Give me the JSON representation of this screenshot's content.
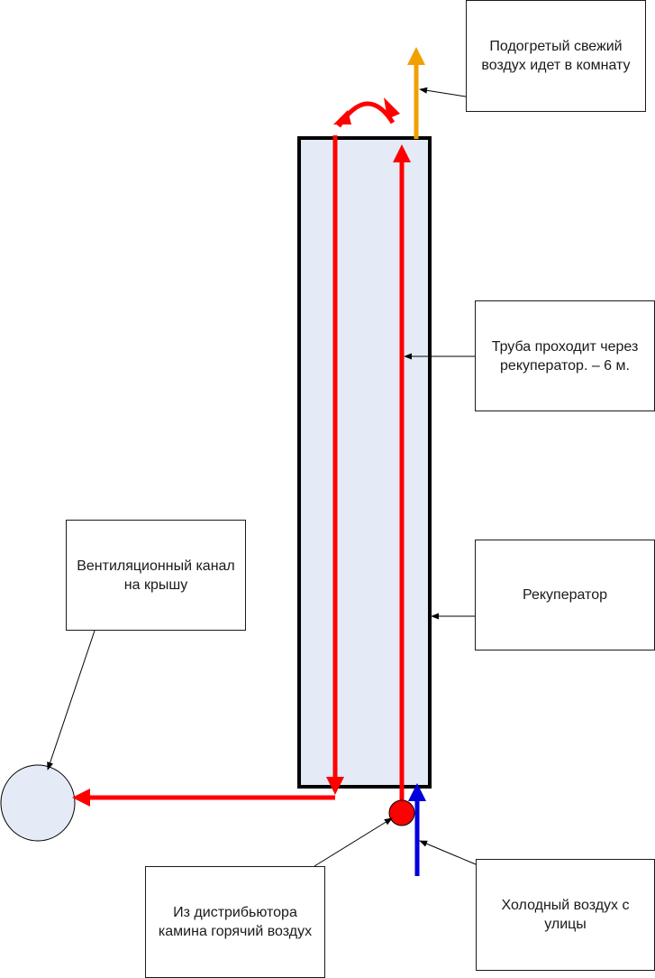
{
  "labels": {
    "warm_air_to_room": "Подогретый свежий воздух идет в комнату",
    "pipe_length": "Труба проходит через рекуператор. – 6 м.",
    "recuperator": "Рекуператор",
    "ventilation_channel": "Вентиляционный канал на крышу",
    "hot_air_source": "Из дистрибьютора камина горячий воздух",
    "cold_air_source": "Холодный воздух с улицы"
  },
  "colors": {
    "hot_air": "#ff0000",
    "cold_air": "#0000dd",
    "warm_air": "#f0a000",
    "recuperator_fill": "#e4ebf7",
    "outline": "#000000"
  }
}
